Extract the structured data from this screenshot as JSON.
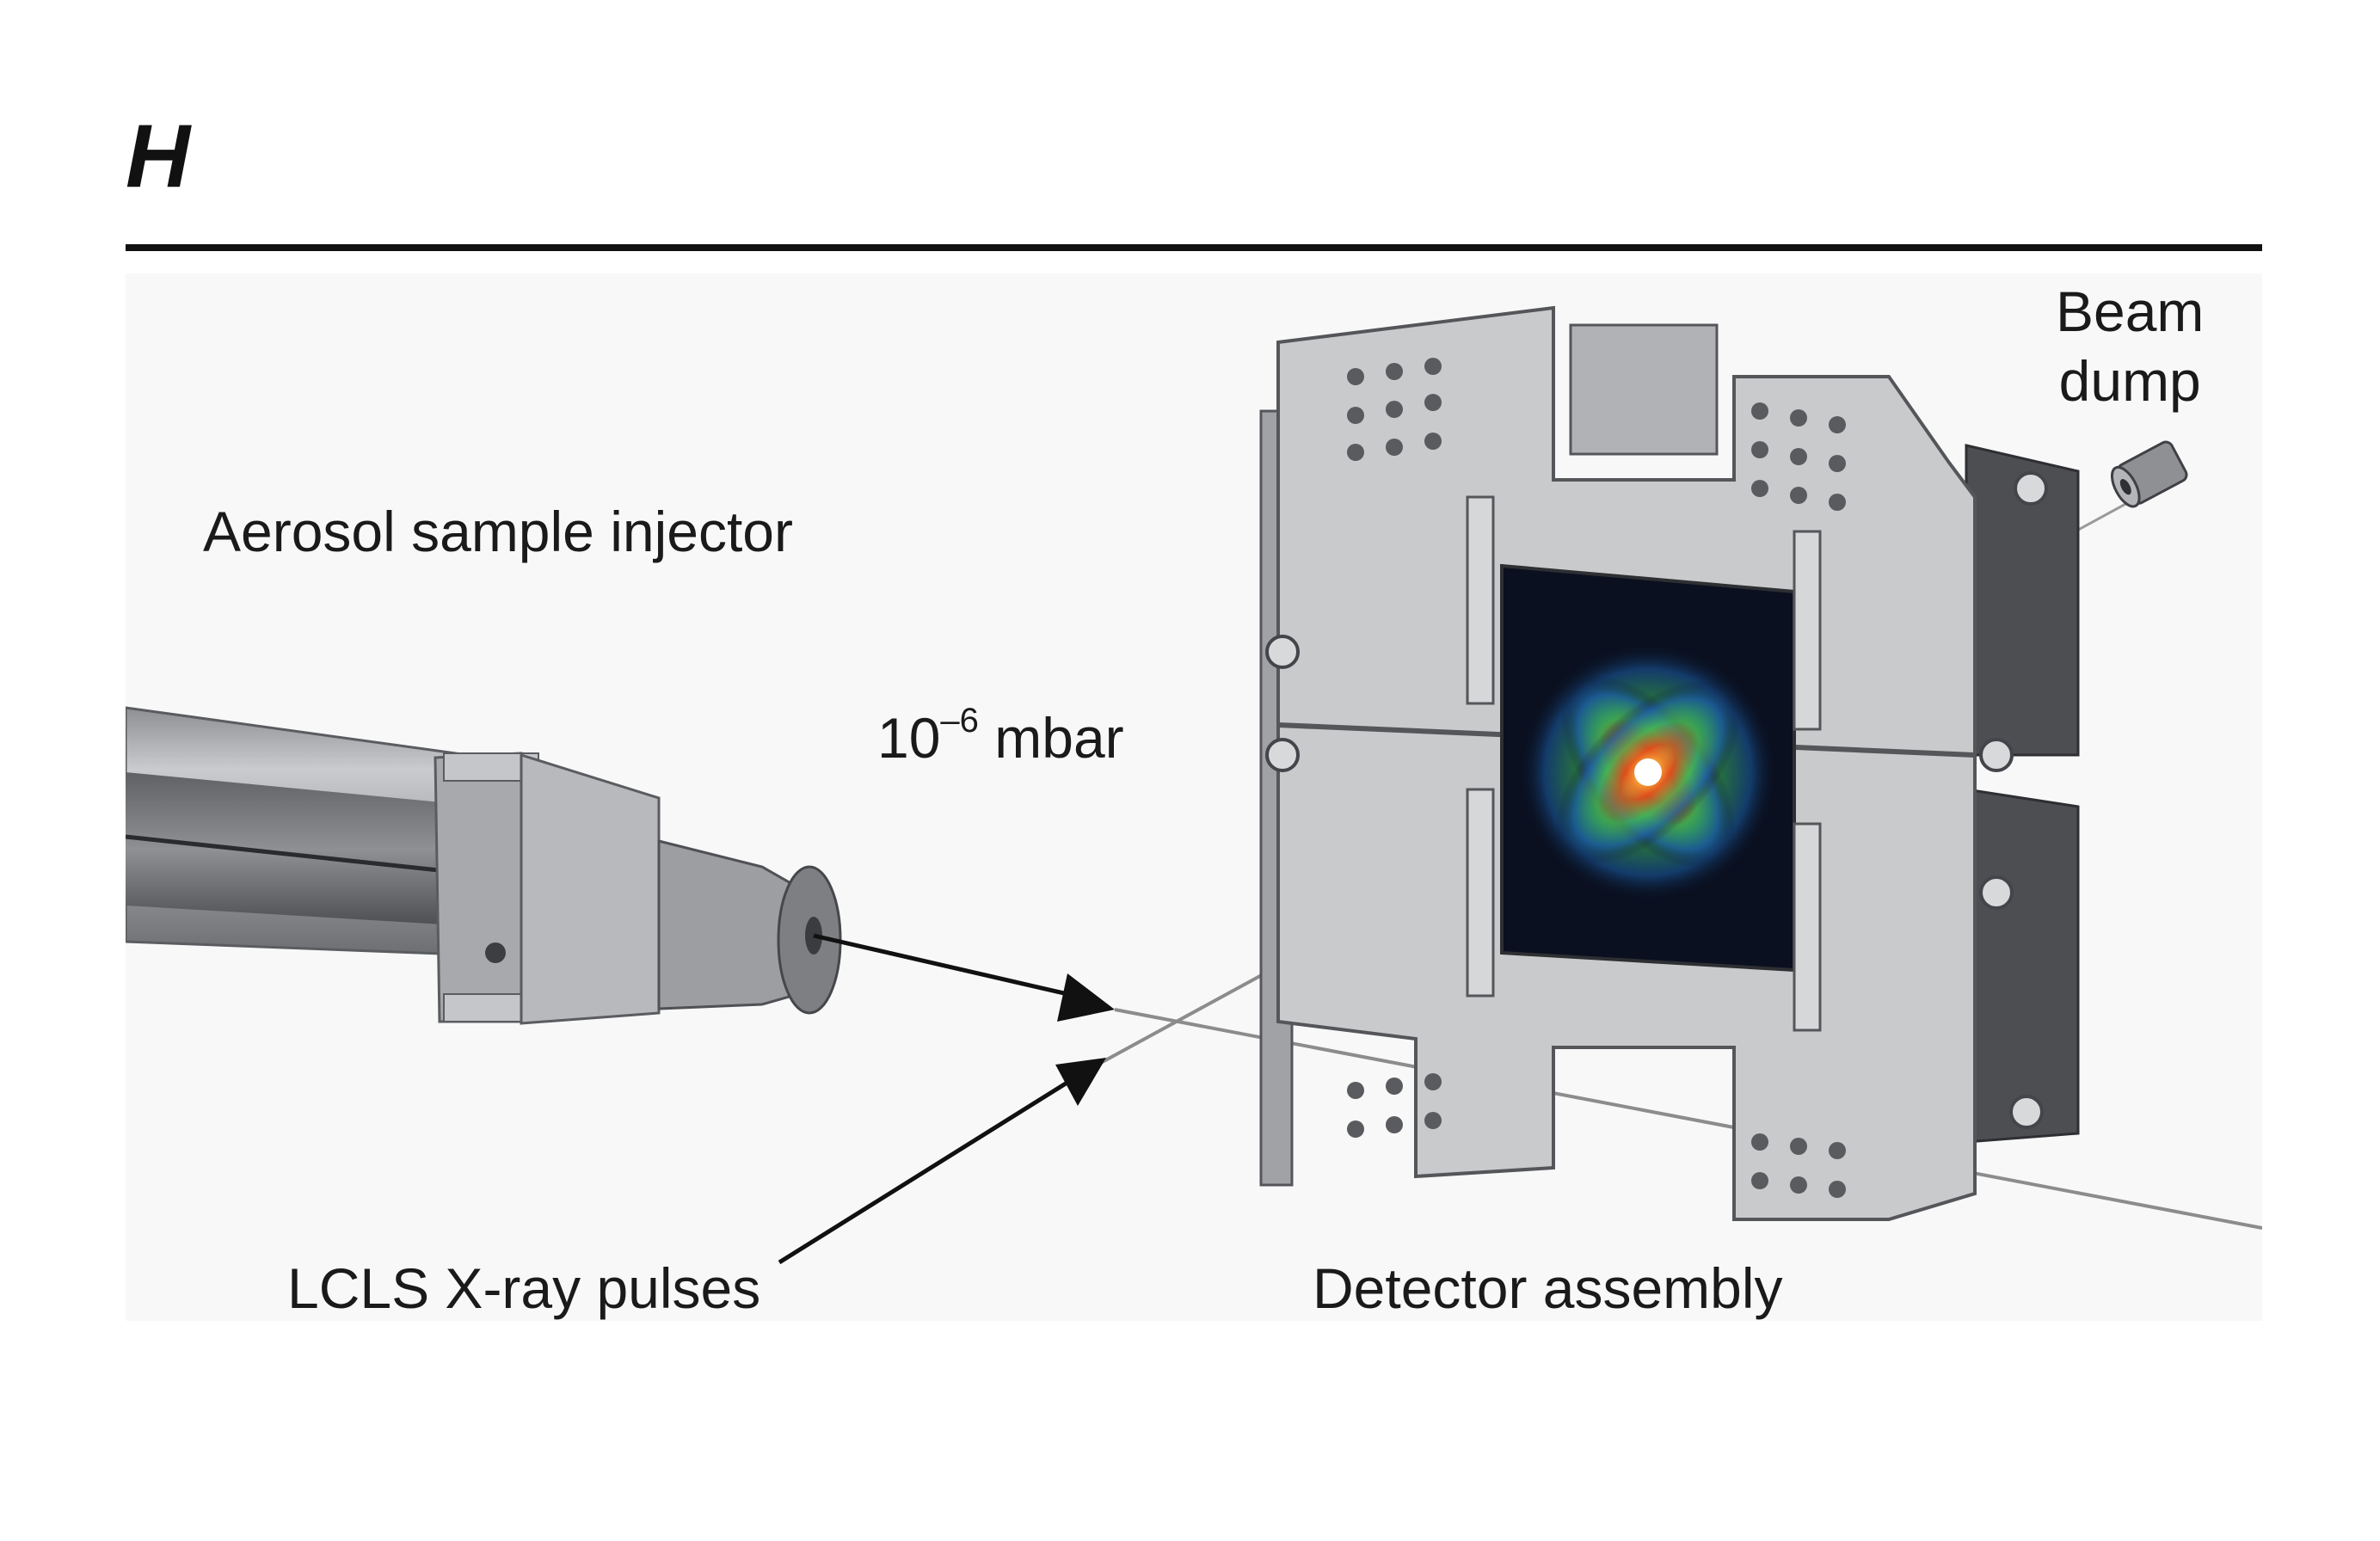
{
  "panel_letter": "H",
  "labels": {
    "injector": "Aerosol sample injector",
    "pressure_base": "10",
    "pressure_exponent": "–6",
    "pressure_unit": " mbar",
    "xray": "LCLS X-ray pulses",
    "detector": "Detector assembly",
    "beam_dump_line1": "Beam",
    "beam_dump_line2": "dump"
  },
  "colors": {
    "background": "#ffffff",
    "figure_background": "#f8f8f9",
    "metal": "#b4b6b9",
    "metal_dark": "#6e7074",
    "detector_plate": "#c9cacc",
    "detector_shadow": "#55565a",
    "sensor": "#0a1020",
    "arrow": "#111111",
    "beam_line": "#8c8c8c",
    "text": "#1a1a1a"
  }
}
